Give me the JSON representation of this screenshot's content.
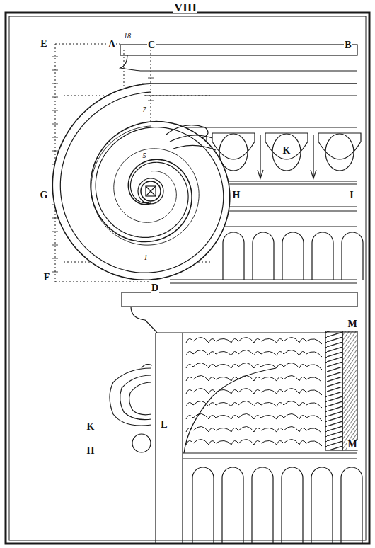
{
  "diagram": {
    "labels": [
      "VIII",
      "E",
      "A",
      "18",
      "C",
      "B",
      "7",
      "5",
      "1",
      "G",
      "H",
      "I",
      "K",
      "F",
      "D",
      "M",
      "K",
      "L",
      "H",
      "M"
    ]
  }
}
